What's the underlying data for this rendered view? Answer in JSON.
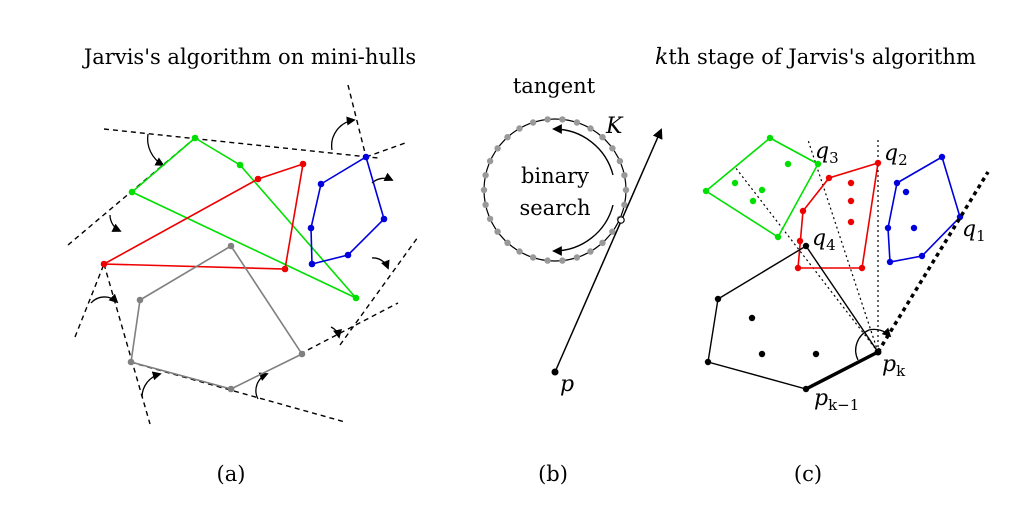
{
  "panels": {
    "a": {
      "title": "Jarvis's algorithm on mini-hulls",
      "caption": "(a)"
    },
    "b": {
      "tangent_label": "tangent",
      "arc_label_1": "binary",
      "arc_label_2": "search",
      "K_label": "K",
      "p_label": "p",
      "caption": "(b)"
    },
    "c": {
      "title_k": "k",
      "title_rest": "th stage of Jarvis's algorithm",
      "q1": "q",
      "q1_sub": "1",
      "q2": "q",
      "q2_sub": "2",
      "q3": "q",
      "q3_sub": "3",
      "q4": "q",
      "q4_sub": "4",
      "pk": "p",
      "pk_sub": "k",
      "pkm1": "p",
      "pkm1_sub": "k−1",
      "caption": "(c)"
    }
  },
  "colors": {
    "green": "#00e000",
    "red": "#ee0000",
    "blue": "#0000dd",
    "gray": "#808080",
    "black": "#000000",
    "dot_gray": "#999999"
  }
}
